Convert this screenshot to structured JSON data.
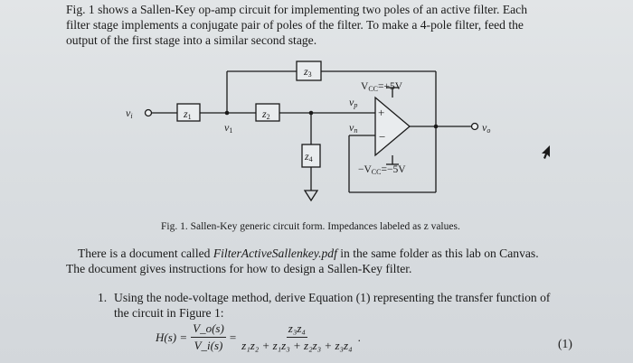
{
  "intro": {
    "line1": "Fig. 1 shows a Sallen-Key op-amp circuit for implementing two poles of an active filter. Each",
    "line2": "filter stage implements a conjugate pair of poles of the filter. To make a 4-pole filter, feed the",
    "line3": "output of the first stage into a similar second stage."
  },
  "circuit": {
    "z1": "z",
    "z1_sub": "1",
    "z2": "z",
    "z2_sub": "2",
    "z3": "z",
    "z3_sub": "3",
    "z4": "z",
    "z4_sub": "4",
    "vi": "v",
    "vi_sub": "i",
    "v1": "v",
    "v1_sub": "1",
    "vp": "v",
    "vp_sub": "p",
    "vn": "v",
    "vn_sub": "n",
    "vo": "v",
    "vo_sub": "o",
    "plus_sign": "+",
    "minus_sign": "−",
    "vcc_pos_main": "V",
    "vcc_pos_sub": "CC",
    "vcc_pos_value": "=+5V",
    "vcc_neg_prefix": "−V",
    "vcc_neg_sub": "CC",
    "vcc_neg_value": "=−5V"
  },
  "caption": "Fig. 1. Sallen-Key generic circuit form. Impedances labeled as z values.",
  "doc_note": {
    "part1": "There is a document called ",
    "filename": "FilterActiveSallenkey.pdf",
    "part2": " in the same folder as this lab on Canvas.",
    "line2": "The document gives instructions for how to design a Sallen-Key filter."
  },
  "question": {
    "number": "1.",
    "line1": "Using the node-voltage method, derive Equation (1) representing the transfer function of",
    "line2": "the circuit in Figure 1:"
  },
  "equation": {
    "lhs": "H(s) =",
    "ratio_num": "V_o(s)",
    "ratio_den": "V_i(s)",
    "equals": "=",
    "numerator": "z₃z₄",
    "denominator": "z₁z₂ + z₁z₃ + z₂z₃ + z₃z₄",
    "period": ".",
    "number": "(1)"
  }
}
